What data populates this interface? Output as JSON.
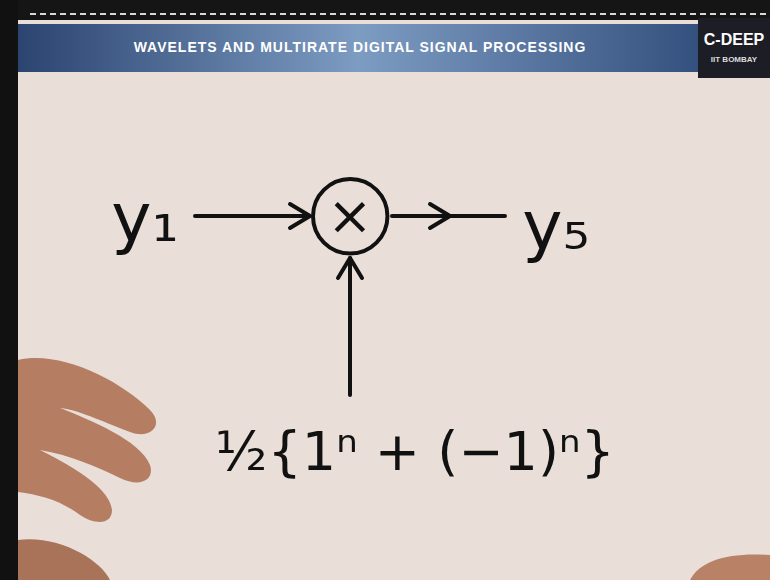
{
  "diagram": {
    "nodes": [
      {
        "text": [
          "×"
        ]
      }
    ],
    "labels": [
      "WAVELETS AND MULTIRATE DIGITAL SIGNAL PROCESSING",
      "C-DEEP",
      "IIT BOMBAY",
      "y₁",
      "y₅",
      "½{1ⁿ + (−1)ⁿ}"
    ]
  }
}
